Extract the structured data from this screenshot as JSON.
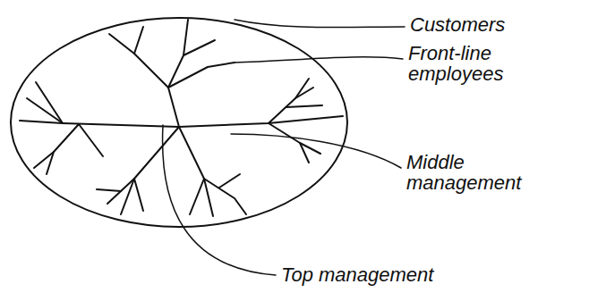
{
  "diagram": {
    "labels": [
      "Customers",
      "Front-line employees",
      "Middle management",
      "Top management"
    ]
  }
}
